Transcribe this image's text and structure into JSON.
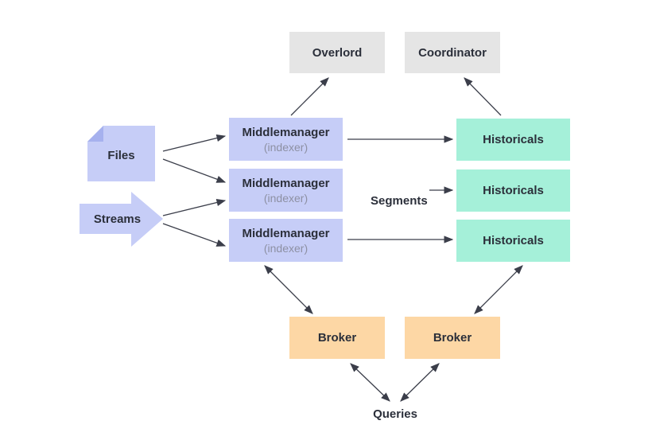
{
  "nodes": {
    "overlord": "Overlord",
    "coordinator": "Coordinator",
    "files": "Files",
    "streams": "Streams",
    "middlemanager_title": "Middlemanager",
    "middlemanager_sub": "(indexer)",
    "historicals": "Historicals",
    "broker": "Broker",
    "queries": "Queries"
  },
  "edge_labels": {
    "segments": "Segments"
  },
  "colors": {
    "grey": "#e5e5e5",
    "blue": "#c6cdf7",
    "green": "#a5f0d9",
    "orange": "#fdd7a5",
    "arrow": "#3b3e4a"
  }
}
